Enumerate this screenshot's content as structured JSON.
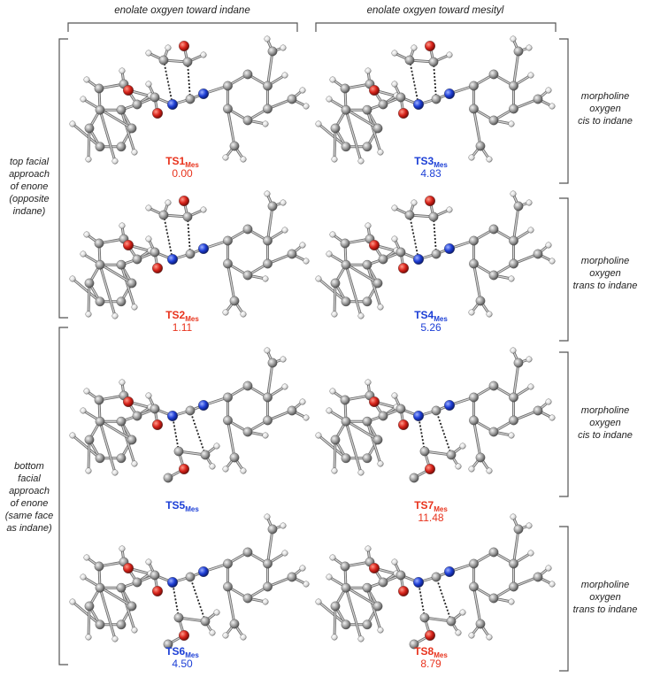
{
  "columns": {
    "left": "enolate oxgyen toward indane",
    "right": "enolate oxgyen toward mesityl"
  },
  "left_groups": {
    "top": [
      "top facial",
      "approach",
      "of enone",
      "(opposite",
      "indane)"
    ],
    "bottom": [
      "bottom",
      "facial",
      "approach",
      "of enone",
      "(same face",
      "as indane)"
    ]
  },
  "right_groups": {
    "cis": [
      "morpholine",
      "oxygen",
      "cis to indane"
    ],
    "trans": [
      "morpholine",
      "oxygen",
      "trans to indane"
    ]
  },
  "structures": [
    {
      "id": "ts1",
      "name": "TS1",
      "sub": "Mes",
      "value": "0.00",
      "color": "#e8331d"
    },
    {
      "id": "ts3",
      "name": "TS3",
      "sub": "Mes",
      "value": "4.83",
      "color": "#1c3fd6"
    },
    {
      "id": "ts2",
      "name": "TS2",
      "sub": "Mes",
      "value": "1.11",
      "color": "#e8331d"
    },
    {
      "id": "ts4",
      "name": "TS4",
      "sub": "Mes",
      "value": "5.26",
      "color": "#1c3fd6"
    },
    {
      "id": "ts5",
      "name": "TS5",
      "sub": "Mes",
      "value": "",
      "color": "#1c3fd6"
    },
    {
      "id": "ts7",
      "name": "TS7",
      "sub": "Mes",
      "value": "11.48",
      "color": "#e8331d"
    },
    {
      "id": "ts6",
      "name": "TS6",
      "sub": "Mes",
      "value": "4.50",
      "color": "#1c3fd6"
    },
    {
      "id": "ts8",
      "name": "TS8",
      "sub": "Mes",
      "value": "8.79",
      "color": "#e8331d"
    }
  ],
  "atom_colors": {
    "carbon": "#9a9a9a",
    "hydrogen": "#e2e2e2",
    "oxygen": "#d8241b",
    "nitrogen": "#1f3fd6"
  }
}
